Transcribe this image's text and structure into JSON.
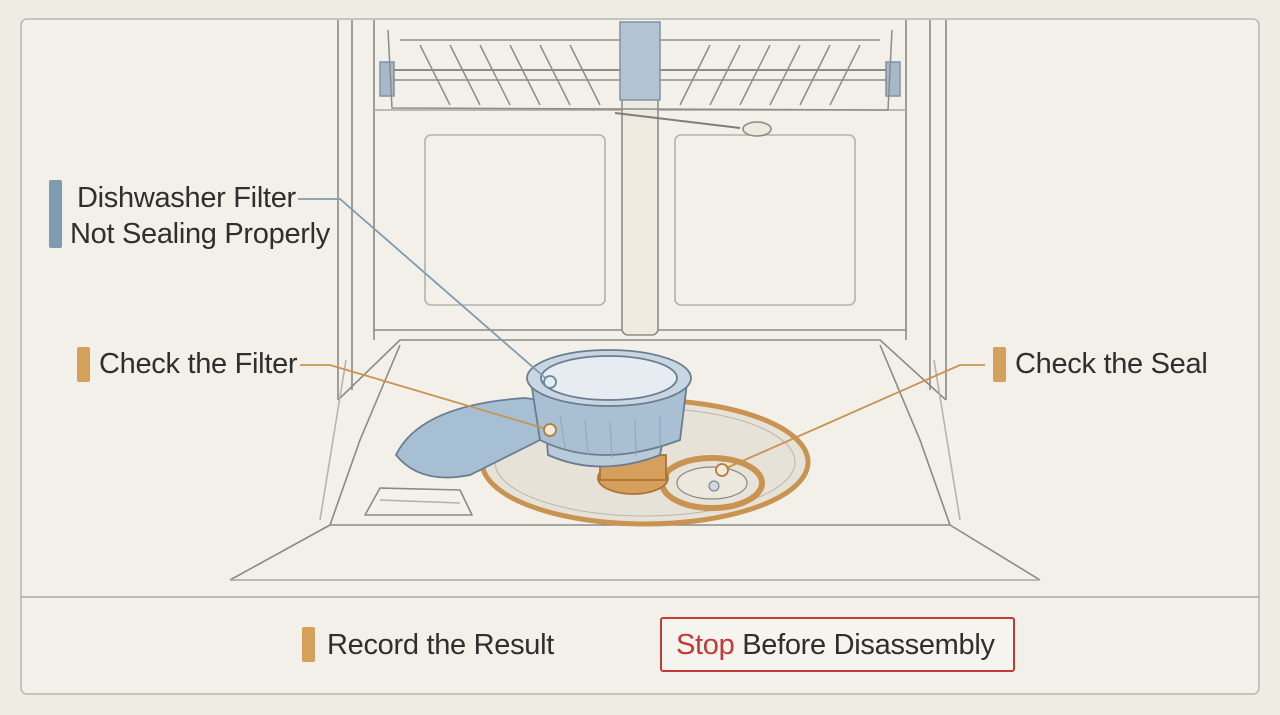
{
  "labels": {
    "filter_title_line1": "Dishwasher Filter",
    "filter_title_line2": "Not Sealing Properly",
    "check_filter": "Check the Filter",
    "check_seal": "Check the Seal",
    "record_result": "Record the Result",
    "stop_word": "Stop",
    "stop_rest": " Before Disassembly"
  },
  "colors": {
    "background": "#efece3",
    "line_art": "#8a8a86",
    "filter_blue": "#a9c0d3",
    "callout_blue": "#7f9bb0",
    "callout_gold": "#d4a15a",
    "seal_gold": "#d09a55",
    "stop_red": "#c43a36"
  },
  "icons": {
    "dishwasher": "dishwasher-interior-icon",
    "filter": "filter-cylinder-icon",
    "seal": "seal-gasket-icon"
  }
}
